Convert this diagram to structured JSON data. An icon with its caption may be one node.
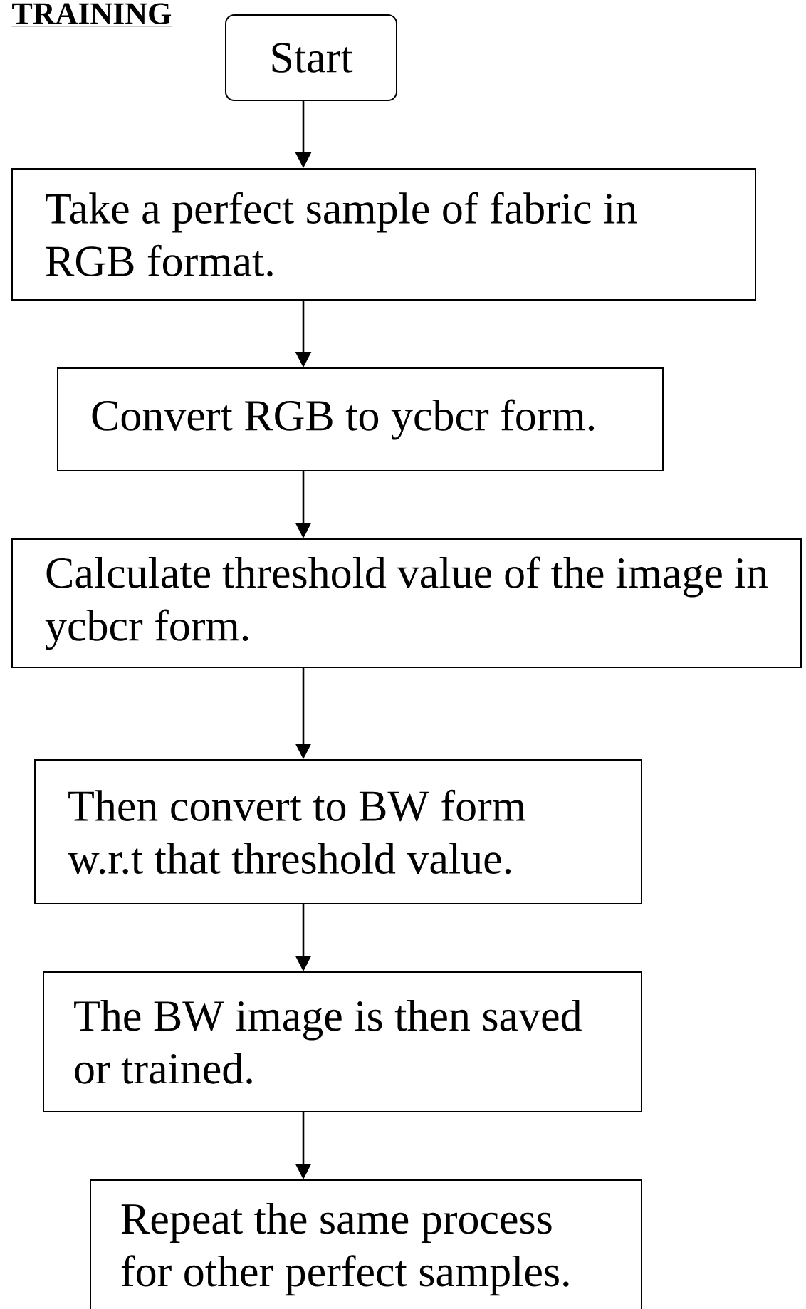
{
  "diagram": {
    "title": "TRAINING",
    "nodes": [
      {
        "text": [
          "Start"
        ]
      },
      {
        "text": [
          "Take a perfect sample of fabric in RGB format."
        ]
      },
      {
        "text": [
          "Convert RGB to ycbcr form."
        ]
      },
      {
        "text": [
          "Calculate threshold value of the image in ycbcr form."
        ]
      },
      {
        "text": [
          "Then convert to BW form w.r.t that threshold value."
        ]
      },
      {
        "text": [
          "The BW image is then saved or trained."
        ]
      },
      {
        "text": [
          "Repeat the same process for other perfect samples."
        ]
      }
    ],
    "edges": [
      {
        "from": 0,
        "to": 1,
        "arrow": "to"
      },
      {
        "from": 1,
        "to": 2,
        "arrow": "to"
      },
      {
        "from": 2,
        "to": 3,
        "arrow": "to"
      },
      {
        "from": 3,
        "to": 4,
        "arrow": "to"
      },
      {
        "from": 4,
        "to": 5,
        "arrow": "to"
      },
      {
        "from": 5,
        "to": 6,
        "arrow": "to"
      }
    ]
  }
}
